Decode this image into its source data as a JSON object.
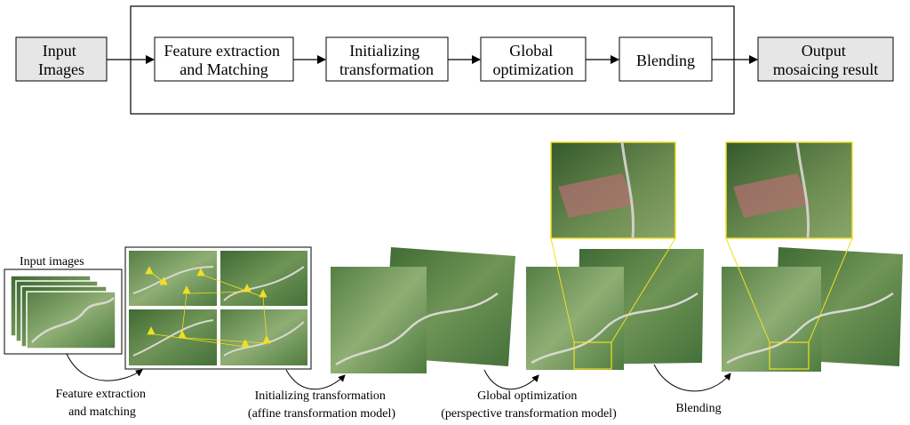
{
  "flowchart": {
    "input_box": [
      "Input",
      "Images"
    ],
    "steps": [
      [
        "Feature extraction",
        "and Matching"
      ],
      [
        "Initializing",
        "transformation"
      ],
      [
        "Global",
        "optimization"
      ],
      [
        "Blending"
      ]
    ],
    "output_box": [
      "Output",
      "mosaicing result"
    ]
  },
  "pipeline": {
    "input_images_label": "Input images",
    "stage_captions": [
      [
        "Feature extraction",
        "and matching"
      ],
      [
        "Initializing transformation",
        "(affine transformation model)"
      ],
      [
        "Global optimization",
        "(perspective transformation model)"
      ],
      [
        "Blending"
      ]
    ]
  },
  "colors": {
    "io_box_fill": "#e6e6e6",
    "box_stroke": "#000000",
    "match_marker": "#f0e020",
    "zoom_frame": "#f0e020",
    "aerial_green": "#4f7a3c",
    "road": "#d8d8d0"
  }
}
